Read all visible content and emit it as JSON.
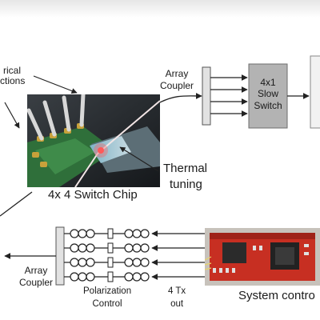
{
  "labels": {
    "electrical_connections_line1": "rical",
    "electrical_connections_line2": "ctions",
    "array_coupler_top_line1": "Array",
    "array_coupler_top_line2": "Coupler",
    "slow_switch_line1": "4x1",
    "slow_switch_line2": "Slow",
    "slow_switch_line3": "Switch",
    "thermal_tuning_line1": "Thermal",
    "thermal_tuning_line2": "tuning",
    "switch_chip": "4x 4 Switch Chip",
    "array_coupler_bottom_line1": "Array",
    "array_coupler_bottom_line2": "Coupler",
    "polarization_control_line1": "Polarization",
    "polarization_control_line2": "Control",
    "tx_out_line1": "4 Tx",
    "tx_out_line2": "out",
    "system_control": "System contro"
  },
  "colors": {
    "switch_box_fill": "#b3b3b3",
    "arrow": "#222222",
    "coupler_fill": "#e2e2e2"
  }
}
